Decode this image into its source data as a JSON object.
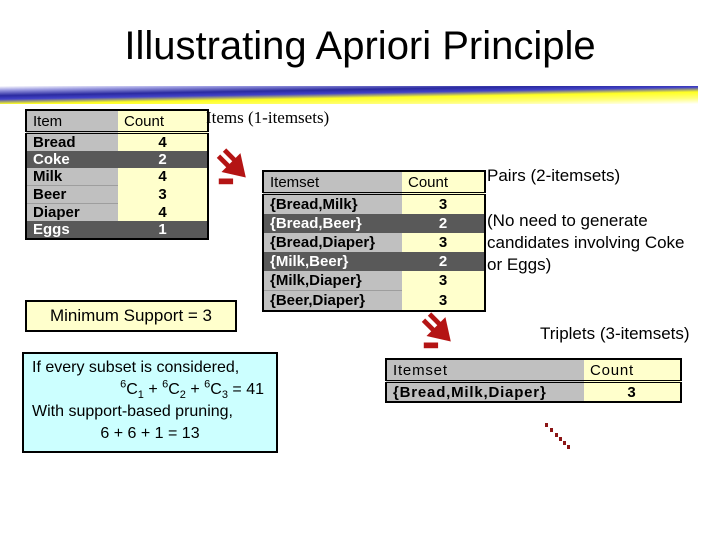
{
  "slide": {
    "title": "Illustrating Apriori Principle"
  },
  "labels": {
    "items": "Items (1-itemsets)",
    "pairs": "Pairs (2-itemsets)",
    "pairs_note": "(No need to generate candidates involving Coke or Eggs)",
    "triplets": "Triplets (3-itemsets)",
    "min_support": "Minimum Support = 3"
  },
  "tables": {
    "items": {
      "headers": [
        "Item",
        "Count"
      ],
      "rows": [
        {
          "item": "Bread",
          "count": "4",
          "highlighted": false
        },
        {
          "item": "Coke",
          "count": "2",
          "highlighted": true
        },
        {
          "item": "Milk",
          "count": "4",
          "highlighted": false
        },
        {
          "item": "Beer",
          "count": "3",
          "highlighted": false
        },
        {
          "item": "Diaper",
          "count": "4",
          "highlighted": false
        },
        {
          "item": "Eggs",
          "count": "1",
          "highlighted": true
        }
      ]
    },
    "pairs": {
      "headers": [
        "Itemset",
        "Count"
      ],
      "rows": [
        {
          "item": "{Bread,Milk}",
          "count": "3",
          "highlighted": false
        },
        {
          "item": "{Bread,Beer}",
          "count": "2",
          "highlighted": true
        },
        {
          "item": "{Bread,Diaper}",
          "count": "3",
          "highlighted": false
        },
        {
          "item": "{Milk,Beer}",
          "count": "2",
          "highlighted": true
        },
        {
          "item": "{Milk,Diaper}",
          "count": "3",
          "highlighted": false
        },
        {
          "item": "{Beer,Diaper}",
          "count": "3",
          "highlighted": false
        }
      ]
    },
    "triplets": {
      "headers": [
        "Itemset",
        "Count"
      ],
      "rows": [
        {
          "item": "{Bread,Milk,Diaper}",
          "count": "3",
          "highlighted": false
        }
      ]
    }
  },
  "calc_box": {
    "line1": "If every subset is considered,",
    "formula1": {
      "sup_a": "6",
      "base_a": "C",
      "sub_a": "1",
      "plus_a": " + ",
      "sup_b": "6",
      "base_b": "C",
      "sub_b": "2",
      "plus_b": " + ",
      "sup_c": "6",
      "base_c": "C",
      "sub_c": "3",
      "result": " = 41"
    },
    "line3": "With support-based pruning,",
    "formula2": "6 + 6 + 1 = 13"
  },
  "colors": {
    "item_column_gray": "#c0c0c0",
    "count_column_yellow": "#ffffcc",
    "highlight_row_dark": "#595959",
    "min_support_box_yellow": "#ffffcc",
    "calc_box_cyan": "#ccffff",
    "arrow_red": "#b41414",
    "dotted_line_red": "#8b1515",
    "divider_blue": "#2a2aa0",
    "divider_yellow": "#ffff22"
  }
}
